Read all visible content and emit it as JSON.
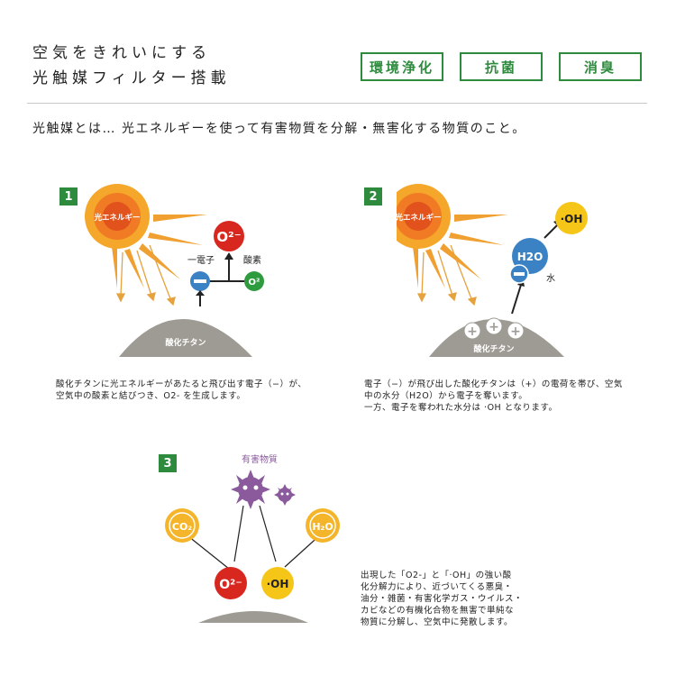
{
  "header": {
    "title_line1": "空気をきれいにする",
    "title_line2": "光触媒フィルター搭載",
    "badges": [
      "環境浄化",
      "抗菌",
      "消臭"
    ]
  },
  "intro": "光触媒とは…  光エネルギーを使って有害物質を分解・無害化する物質のこと。",
  "step1": {
    "number": "1",
    "sun_label": "光エネルギー",
    "o2minus": "O²⁻",
    "electron_label": "一電子",
    "oxygen_label": "酸素",
    "o2": "O²",
    "minus": "−",
    "ground_label": "酸化チタン",
    "desc_lines": [
      "酸化チタンに光エネルギーがあたると飛び出す電子（−）が、",
      "空気中の酸素と結びつき、O2- を生成します。"
    ]
  },
  "step2": {
    "number": "2",
    "sun_label": "光エネルギー",
    "oh": "·OH",
    "h2o": "H2O",
    "water_label": "水",
    "minus": "−",
    "plus": "+",
    "ground_label": "酸化チタン",
    "desc_lines": [
      "電子（−）が飛び出した酸化チタンは（+）の電荷を帯び、空気",
      "中の水分（H2O）から電子を奪います。",
      "一方、電子を奪われた水分は ·OH となります。"
    ]
  },
  "step3": {
    "number": "3",
    "harmful_label": "有害物質",
    "co2": "CO₂",
    "h2o": "H₂O",
    "o2minus": "O²⁻",
    "oh": "·OH",
    "desc_lines": [
      "出現した「O2-」と「·OH」の強い酸",
      "化分解力により、近づいてくる悪臭・",
      "油分・雑菌・有害化学ガス・ウイルス・",
      "カビなどの有機化合物を無害で単純な",
      "物質に分解し、空気中に発散します。"
    ]
  },
  "colors": {
    "green": "#2e8b3e",
    "sun_orange": "#f0a030",
    "sun_core": "#e85a1a",
    "red": "#d8271e",
    "blue": "#3b82c4",
    "yellow": "#f5c518",
    "purple": "#8a5a9c",
    "ground": "#9e9b94",
    "arrow": "#e6a23c"
  }
}
